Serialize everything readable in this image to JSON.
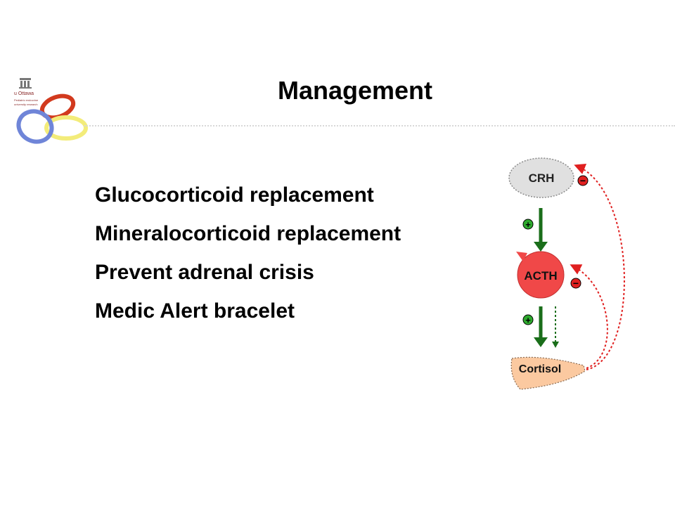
{
  "logo": {
    "name": "u Ottawa",
    "sub1": "Pediatric endocrine",
    "sub2": "university research"
  },
  "slide": {
    "title": "Management",
    "bullets": [
      "Glucocorticoid replacement",
      "Mineralocorticoid replacement",
      "Prevent adrenal crisis",
      "Medic Alert bracelet"
    ]
  },
  "diagram": {
    "nodes": {
      "crh": "CRH",
      "acth": "ACTH",
      "cortisol": "Cortisol"
    },
    "signs": {
      "plus": "+",
      "minus": "−"
    },
    "colors": {
      "crh_fill": "#e0e0e0",
      "acth_fill": "#f04848",
      "cortisol_fill": "#fbc9a0",
      "stimulation": "#1a6e1a",
      "feedback": "#e02020"
    }
  }
}
